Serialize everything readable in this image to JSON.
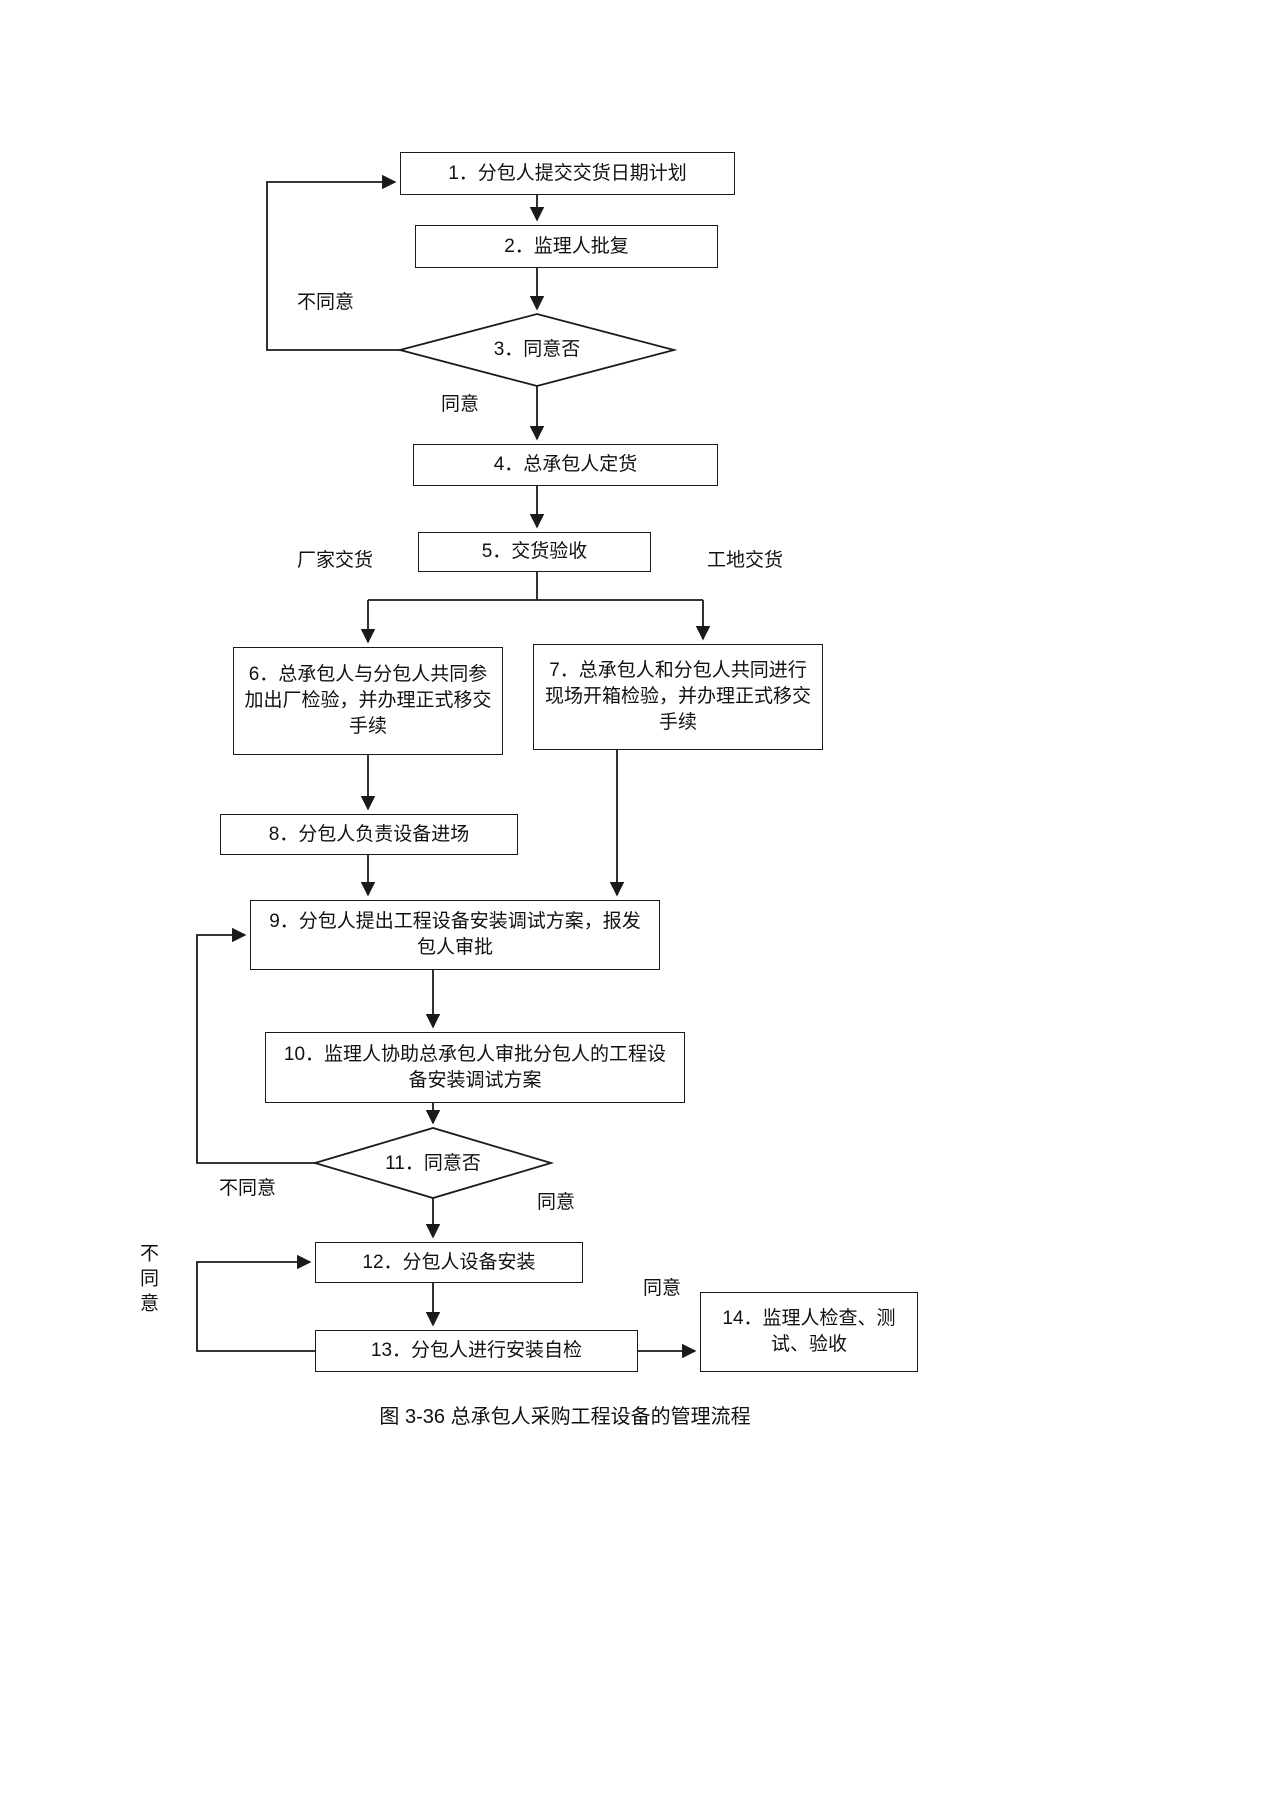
{
  "diagram": {
    "caption": "图 3-36 总承包人采购工程设备的管理流程",
    "nodes": {
      "n1": "1．分包人提交交货日期计划",
      "n2": "2．监理人批复",
      "n3": "3．同意否",
      "n4": "4．总承包人定货",
      "n5": "5．交货验收",
      "n6": "6．总承包人与分包人共同参加出厂检验，并办理正式移交手续",
      "n7": "7．总承包人和分包人共同进行现场开箱检验，并办理正式移交手续",
      "n8": "8．分包人负责设备进场",
      "n9": "9．分包人提出工程设备安装调试方案，报发包人审批",
      "n10": "10．监理人协助总承包人审批分包人的工程设备安装调试方案",
      "n11": "11．同意否",
      "n12": "12．分包人设备安装",
      "n13": "13．分包人进行安装自检",
      "n14": "14．监理人检查、测试、验收"
    },
    "labels": {
      "disagree_top": "不同意",
      "agree_top": "同意",
      "factory_delivery": "厂家交货",
      "site_delivery": "工地交货",
      "disagree_mid": "不同意",
      "agree_mid": "同意",
      "disagree_bottom": "不同意",
      "agree_bottom": "同意"
    },
    "colors": {
      "stroke": "#1a1a1a",
      "background": "#ffffff"
    }
  }
}
